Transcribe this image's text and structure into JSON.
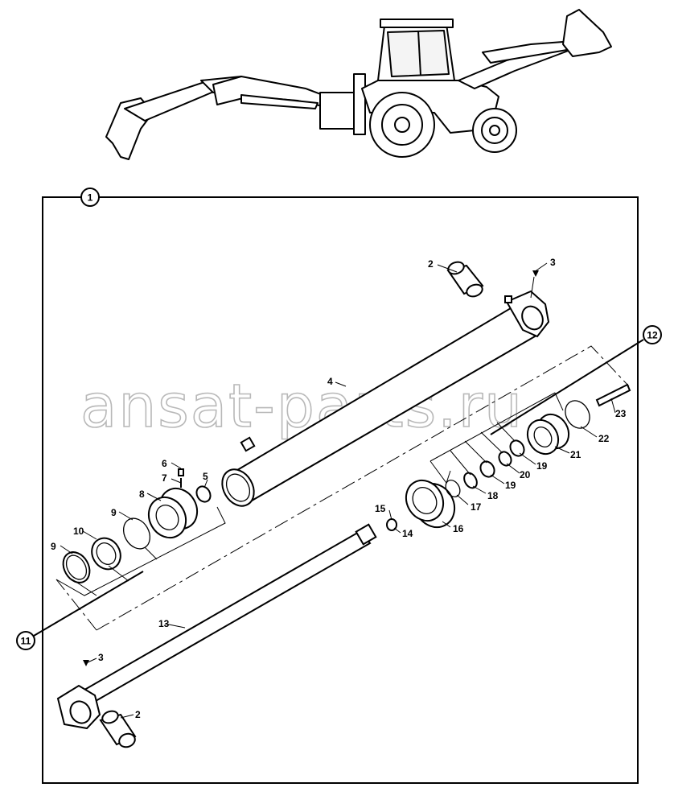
{
  "frame": {
    "callout": "1"
  },
  "watermark": "ansat-parts.ru",
  "kit_callouts": {
    "left": "11",
    "right": "12"
  },
  "part_labels": {
    "p2_top": "2",
    "p3_top": "3",
    "p4": "4",
    "p5": "5",
    "p6": "6",
    "p7": "7",
    "p8": "8",
    "p9_a": "9",
    "p9_b": "9",
    "p10": "10",
    "p13": "13",
    "p14": "14",
    "p15": "15",
    "p16": "16",
    "p17": "17",
    "p18": "18",
    "p19_a": "19",
    "p19_b": "19",
    "p20": "20",
    "p21": "21",
    "p22": "22",
    "p23": "23",
    "p3_bottom": "3",
    "p2_bottom": "2"
  }
}
